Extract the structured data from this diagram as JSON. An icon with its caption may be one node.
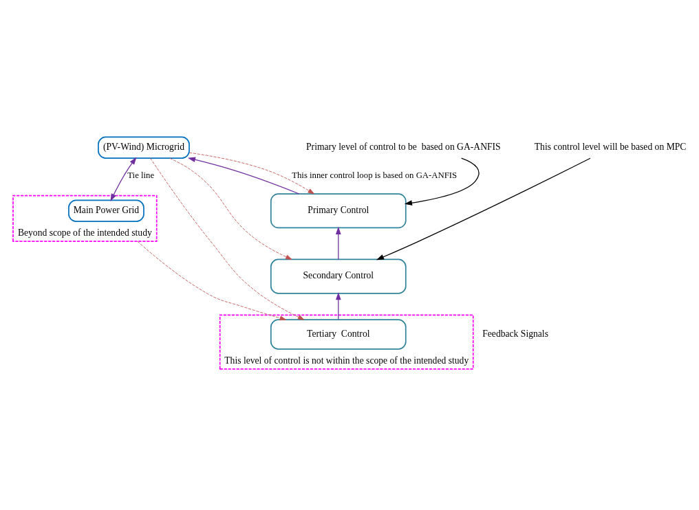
{
  "diagram": {
    "nodes": [
      {
        "text": [
          "Beyond scope of the intended study"
        ]
      },
      {
        "text": [
          "Main Power Grid"
        ],
        "in": 0
      },
      {
        "text": [
          "(PV-Wind) Microgrid"
        ]
      },
      {
        "text": [
          "Primary Control"
        ]
      },
      {
        "text": [
          "Secondary Control"
        ]
      },
      {
        "text": [
          "This level of control is not within the scope of the intended study"
        ]
      },
      {
        "text": [
          "Tertiary  Control"
        ],
        "in": 5
      },
      {
        "text": [
          "Primary level of control to be  based on GA-ANFIS"
        ]
      },
      {
        "text": [
          "This control level will be based on MPC"
        ]
      }
    ],
    "edges": [
      {
        "from": 1,
        "to": 2,
        "arrow": "both",
        "label": "Tie line",
        "color": "#7030a0"
      },
      {
        "from": 3,
        "to": 2,
        "arrow": "to",
        "color": "#7030a0"
      },
      {
        "from": 4,
        "to": 3,
        "arrow": "to",
        "color": "#7030a0"
      },
      {
        "from": 6,
        "to": 4,
        "arrow": "to",
        "color": "#7030a0"
      },
      {
        "from": 2,
        "to": 3,
        "arrow": "to",
        "label": "This inner control loop is based on GA-ANFIS",
        "style": "dashed",
        "color": "#c0504d"
      },
      {
        "from": 2,
        "to": 4,
        "arrow": "to",
        "style": "dashed",
        "color": "#c0504d"
      },
      {
        "from": 2,
        "to": 6,
        "arrow": "to",
        "style": "dashed",
        "color": "#c0504d"
      },
      {
        "from": 0,
        "to": 6,
        "arrow": "to",
        "style": "dashed",
        "color": "#c0504d"
      },
      {
        "from": 7,
        "to": 3,
        "arrow": "to",
        "color": "#000000"
      },
      {
        "from": 8,
        "to": 4,
        "arrow": "to",
        "color": "#000000"
      }
    ],
    "labels": [
      "Feedback Signals"
    ]
  }
}
